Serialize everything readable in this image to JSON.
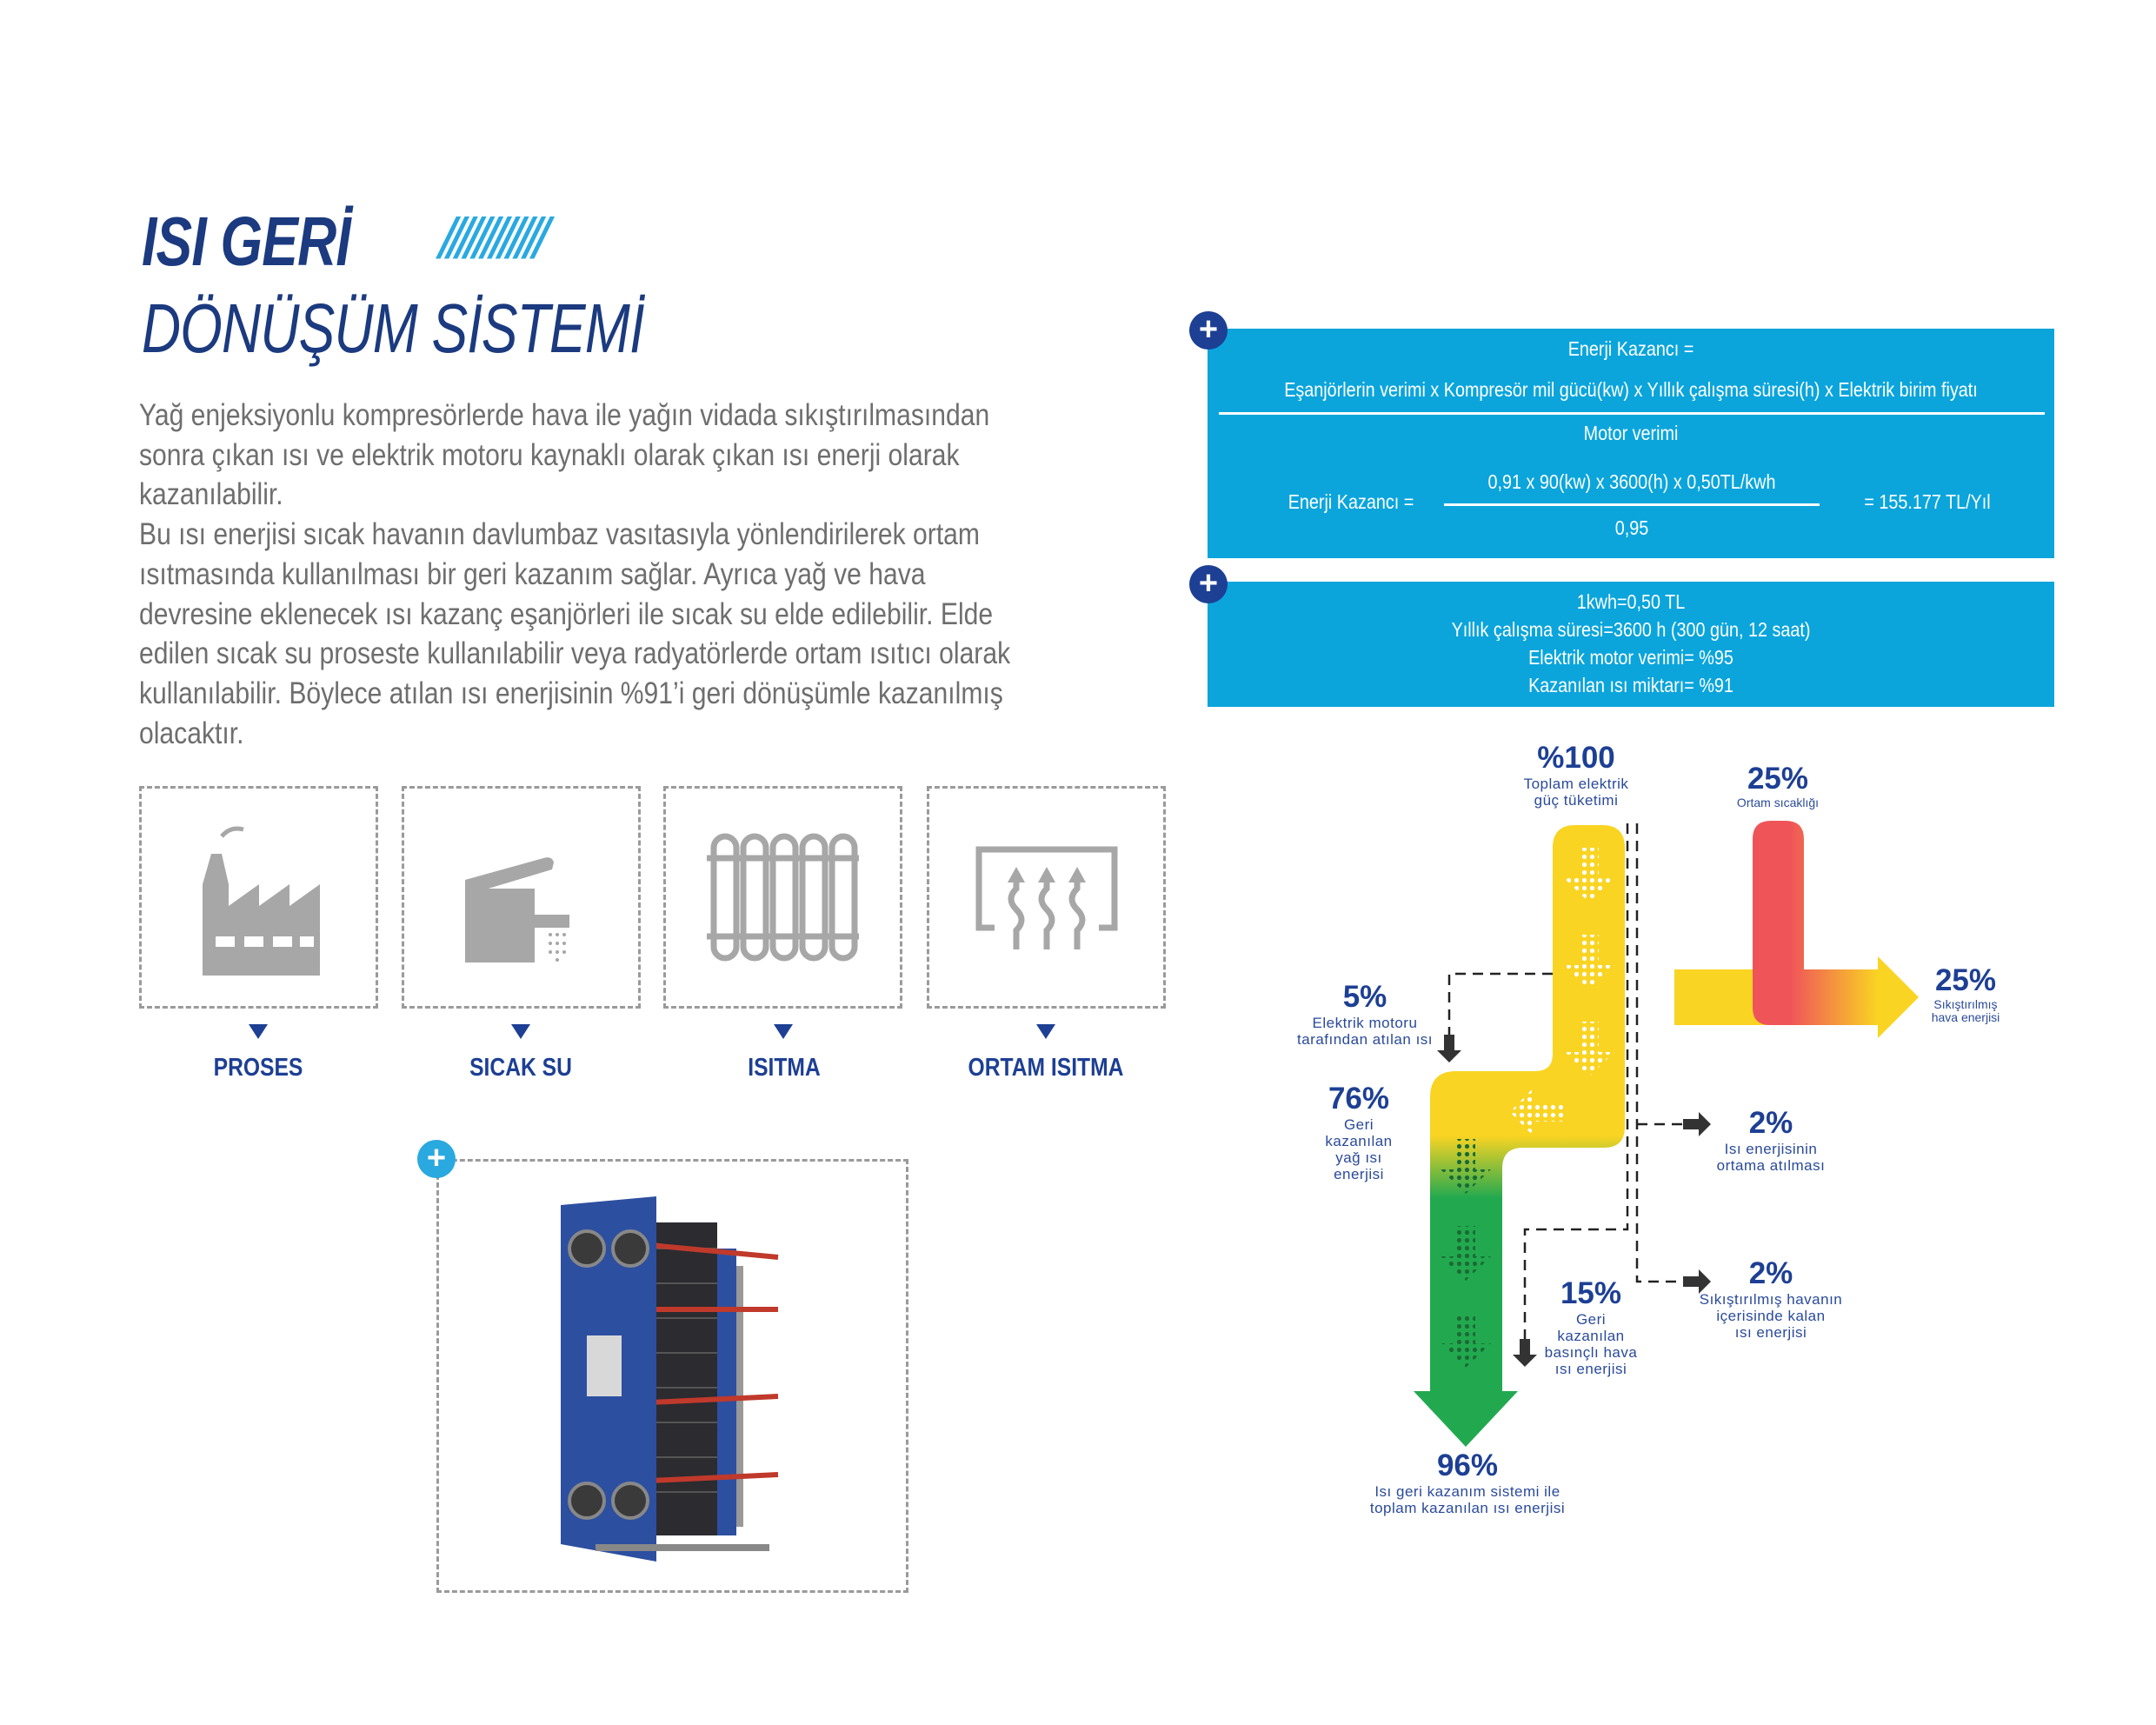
{
  "title": {
    "line1": "ISI GERİ",
    "line2": "DÖNÜŞÜM SİSTEMİ",
    "stripes": "////////////"
  },
  "paragraph": [
    "Yağ enjeksiyonlu kompresörlerde hava ile yağın vidada sıkıştırılmasından",
    "sonra çıkan ısı ve elektrik motoru kaynaklı olarak çıkan ısı enerji olarak",
    "kazanılabilir.",
    "Bu ısı enerjisi sıcak havanın davlumbaz vasıtasıyla yönlendirilerek ortam",
    "ısıtmasında kullanılması bir geri kazanım sağlar. Ayrıca yağ ve hava",
    "devresine eklenecek ısı kazanç eşanjörleri ile sıcak su elde edilebilir. Elde",
    "edilen sıcak su proseste kullanılabilir veya radyatörlerde ortam ısıtıcı olarak",
    "kullanılabilir. Böylece atılan ısı enerjisinin %91’i geri dönüşümle kazanılmış",
    "olacaktır."
  ],
  "applications": [
    {
      "label": "PROSES",
      "icon": "factory-icon"
    },
    {
      "label": "SICAK SU",
      "icon": "faucet-icon"
    },
    {
      "label": "ISITMA",
      "icon": "radiator-icon"
    },
    {
      "label": "ORTAM ISITMA",
      "icon": "heating-icon"
    }
  ],
  "plus_symbol": "+",
  "formula_box": {
    "heading": "Enerji Kazancı =",
    "numerator": "Eşanjörlerin verimi x Kompresör mil gücü(kw) x Yıllık çalışma süresi(h) x Elektrik birim  fiyatı",
    "denominator": "Motor verimi",
    "calc_label": "Enerji Kazancı =",
    "calc_numerator": "0,91 x 90(kw) x 3600(h) x 0,50TL/kwh",
    "calc_denominator": "0,95",
    "calc_result": "= 155.177 TL/Yıl"
  },
  "assumptions": [
    "1kwh=0,50 TL",
    "Yıllık çalışma süresi=3600 h (300 gün, 12 saat)",
    "Elektrik motor verimi= %95",
    "Kazanılan ısı miktarı= %91"
  ],
  "diagram": {
    "total": {
      "value": "%100",
      "label": [
        "Toplam elektrik",
        "güç tüketimi"
      ]
    },
    "ambient": {
      "value": "25%",
      "label": [
        "Ortam sıcaklığı"
      ]
    },
    "compressed_air": {
      "value": "25%",
      "label": [
        "Sıkıştırılmış",
        "hava enerjisi"
      ]
    },
    "motor_loss": {
      "value": "5%",
      "label": [
        "Elektrik motoru",
        "tarafından atılan ısı"
      ]
    },
    "oil_recovered": {
      "value": "76%",
      "label": [
        "Geri",
        "kazanılan",
        "yağ ısı",
        "enerjisi"
      ]
    },
    "ambient_loss": {
      "value": "2%",
      "label": [
        "Isı enerjisinin",
        "ortama atılması"
      ]
    },
    "air_recovered": {
      "value": "15%",
      "label": [
        "Geri",
        "kazanılan",
        "basınçlı hava",
        "ısı enerjisi"
      ]
    },
    "residual": {
      "value": "2%",
      "label": [
        "Sıkıştırılmış havanın",
        "içerisinde kalan",
        "ısı enerjisi"
      ]
    },
    "total_recovered": {
      "value": "96%",
      "label": [
        "Isı geri kazanım sistemi ile",
        "toplam kazanılan ısı enerjisi"
      ]
    },
    "colors": {
      "yellow": "#f9d423",
      "green": "#22a94f",
      "red": "#ef5459",
      "navy": "#1d3f94",
      "blue": "#0ba5dc"
    }
  }
}
